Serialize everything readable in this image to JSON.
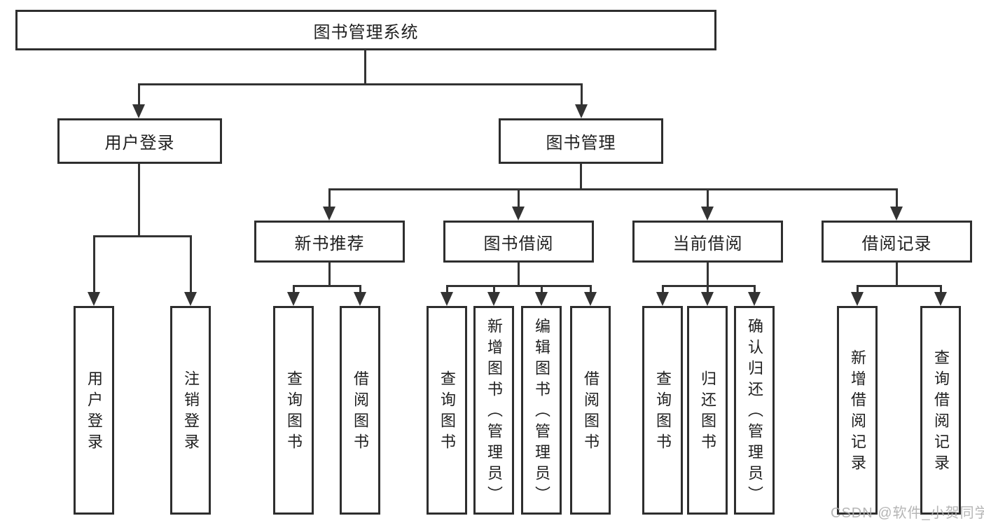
{
  "tree": {
    "root": {
      "label": "图书管理系统"
    },
    "level2": [
      {
        "label": "用户登录"
      },
      {
        "label": "图书管理"
      }
    ],
    "level3": [
      {
        "label": "新书推荐",
        "parent": "图书管理"
      },
      {
        "label": "图书借阅",
        "parent": "图书管理"
      },
      {
        "label": "当前借阅",
        "parent": "图书管理"
      },
      {
        "label": "借阅记录",
        "parent": "图书管理"
      }
    ],
    "leaves": [
      {
        "label": "用户登录",
        "parent": "用户登录"
      },
      {
        "label": "注销登录",
        "parent": "用户登录"
      },
      {
        "label": "查询图书",
        "parent": "新书推荐"
      },
      {
        "label": "借阅图书",
        "parent": "新书推荐"
      },
      {
        "label": "查询图书",
        "parent": "图书借阅"
      },
      {
        "label": "新增图书（管理员）",
        "parent": "图书借阅"
      },
      {
        "label": "编辑图书（管理员）",
        "parent": "图书借阅"
      },
      {
        "label": "借阅图书",
        "parent": "图书借阅"
      },
      {
        "label": "查询图书",
        "parent": "当前借阅"
      },
      {
        "label": "归还图书",
        "parent": "当前借阅"
      },
      {
        "label": "确认归还（管理员）",
        "parent": "当前借阅"
      },
      {
        "label": "新增借阅记录",
        "parent": "借阅记录"
      },
      {
        "label": "查询借阅记录",
        "parent": "借阅记录"
      }
    ]
  },
  "watermark": {
    "text": "CSDN @软件_小贺同学"
  },
  "colors": {
    "line": "#333333",
    "box-border": "#2e2e2e",
    "text": "#1f1f1f",
    "watermark": "#aeaeae",
    "background": "#ffffff"
  }
}
